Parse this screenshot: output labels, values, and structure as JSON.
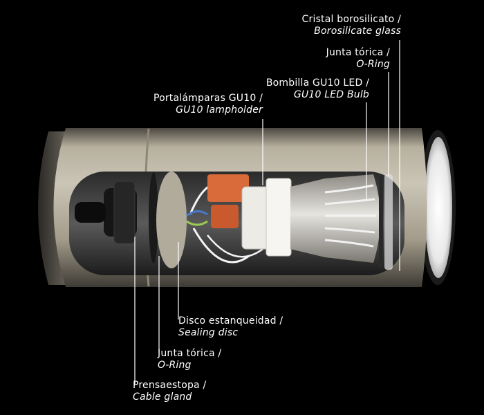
{
  "callouts": [
    {
      "id": "borosilicate-glass",
      "es": "Cristal borosilicato /",
      "en": "Borosilicate glass"
    },
    {
      "id": "o-ring-front",
      "es": "Junta tórica /",
      "en": "O-Ring"
    },
    {
      "id": "gu10-led-bulb",
      "es": "Bombilla GU10 LED /",
      "en": "GU10 LED Bulb"
    },
    {
      "id": "gu10-lampholder",
      "es": "Portalámparas GU10 /",
      "en": "GU10 lampholder"
    },
    {
      "id": "sealing-disc",
      "es": "Disco estanqueidad /",
      "en": "Sealing disc"
    },
    {
      "id": "o-ring-rear",
      "es": "Junta tórica /",
      "en": "O-Ring"
    },
    {
      "id": "cable-gland",
      "es": "Prensaestopa /",
      "en": "Cable gland"
    }
  ],
  "colors": {
    "background": "#000000",
    "housing": "#b9b2a2",
    "housing_dark": "#6f6a60",
    "leader_line": "#ffffff",
    "connector": "#d96a3a"
  }
}
